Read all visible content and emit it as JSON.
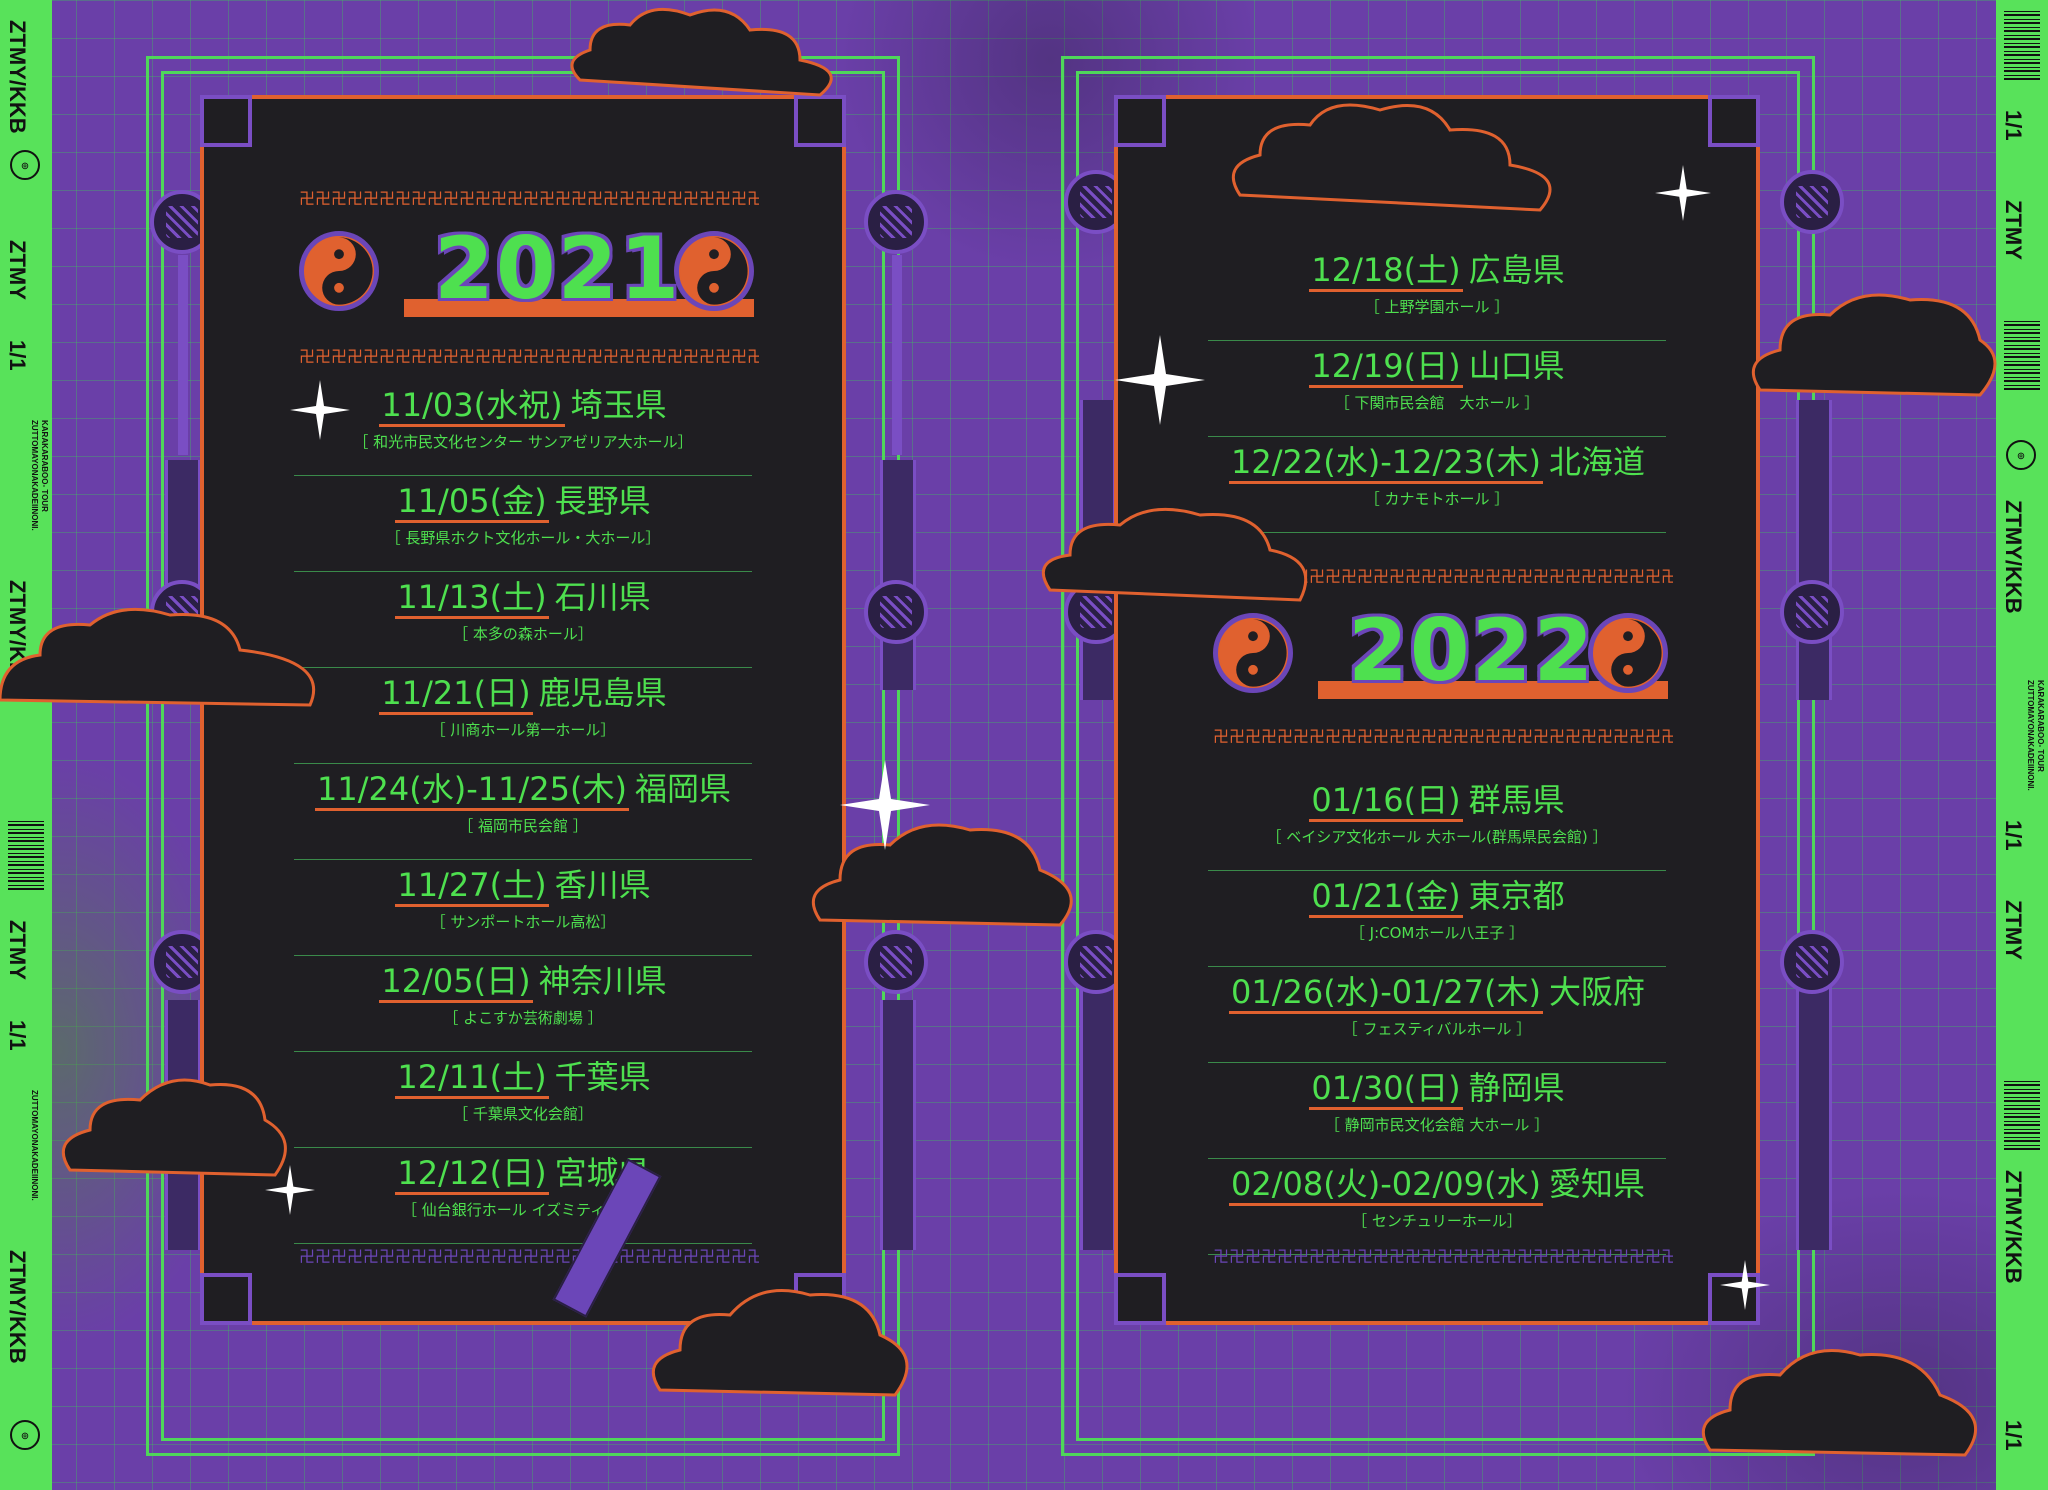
{
  "colors": {
    "background": "#6a3fa8",
    "grid": "#3cc85a",
    "panel": "#1f1e22",
    "accent_green": "#4ee04f",
    "accent_orange": "#e0612f",
    "accent_purple": "#6b46b8"
  },
  "side_strip": {
    "title": "ZTMY/KKB",
    "count": "1/1",
    "badge": "ZTMY",
    "line1": "ZUTTOMAYONAKADEIINONI.",
    "line2": "KARAKARABOO- TOUR"
  },
  "year_2021": {
    "year": "2021",
    "dates": [
      {
        "date": "11/03(水祝)",
        "pref": "埼玉県",
        "venue": "［ 和光市民文化センター サンアゼリア大ホール］"
      },
      {
        "date": "11/05(金)",
        "pref": "長野県",
        "venue": "［ 長野県ホクト文化ホール・大ホール］"
      },
      {
        "date": "11/13(土)",
        "pref": "石川県",
        "venue": "［ 本多の森ホール］"
      },
      {
        "date": "11/21(日)",
        "pref": "鹿児島県",
        "venue": "［ 川商ホール第一ホール］"
      },
      {
        "date": "11/24(水)-11/25(木)",
        "pref": "福岡県",
        "venue": "［ 福岡市民会館 ］"
      },
      {
        "date": "11/27(土)",
        "pref": "香川県",
        "venue": "［ サンポートホール高松］"
      },
      {
        "date": "12/05(日)",
        "pref": "神奈川県",
        "venue": "［ よこすか芸術劇場 ］"
      },
      {
        "date": "12/11(土)",
        "pref": "千葉県",
        "venue": "［ 千葉県文化会館］"
      },
      {
        "date": "12/12(日)",
        "pref": "宮城県",
        "venue": "［ 仙台銀行ホール イズミティ21 ］"
      }
    ]
  },
  "year_2021_cont": {
    "dates": [
      {
        "date": "12/18(土)",
        "pref": "広島県",
        "venue": "［ 上野学園ホール ］"
      },
      {
        "date": "12/19(日)",
        "pref": "山口県",
        "venue": "［ 下関市民会館　大ホール ］"
      },
      {
        "date": "12/22(水)-12/23(木)",
        "pref": "北海道",
        "venue": "［ カナモトホール ］"
      }
    ]
  },
  "year_2022": {
    "year": "2022",
    "dates": [
      {
        "date": "01/16(日)",
        "pref": "群馬県",
        "venue": "［ ベイシア文化ホール 大ホール(群馬県民会館) ］"
      },
      {
        "date": "01/21(金)",
        "pref": "東京都",
        "venue": "［ J:COMホール八王子 ］"
      },
      {
        "date": "01/26(水)-01/27(木)",
        "pref": "大阪府",
        "venue": "［ フェスティバルホール ］"
      },
      {
        "date": "01/30(日)",
        "pref": "静岡県",
        "venue": "［ 静岡市民文化会館 大ホール ］"
      },
      {
        "date": "02/08(火)-02/09(水)",
        "pref": "愛知県",
        "venue": "［ センチュリーホール］"
      }
    ]
  }
}
